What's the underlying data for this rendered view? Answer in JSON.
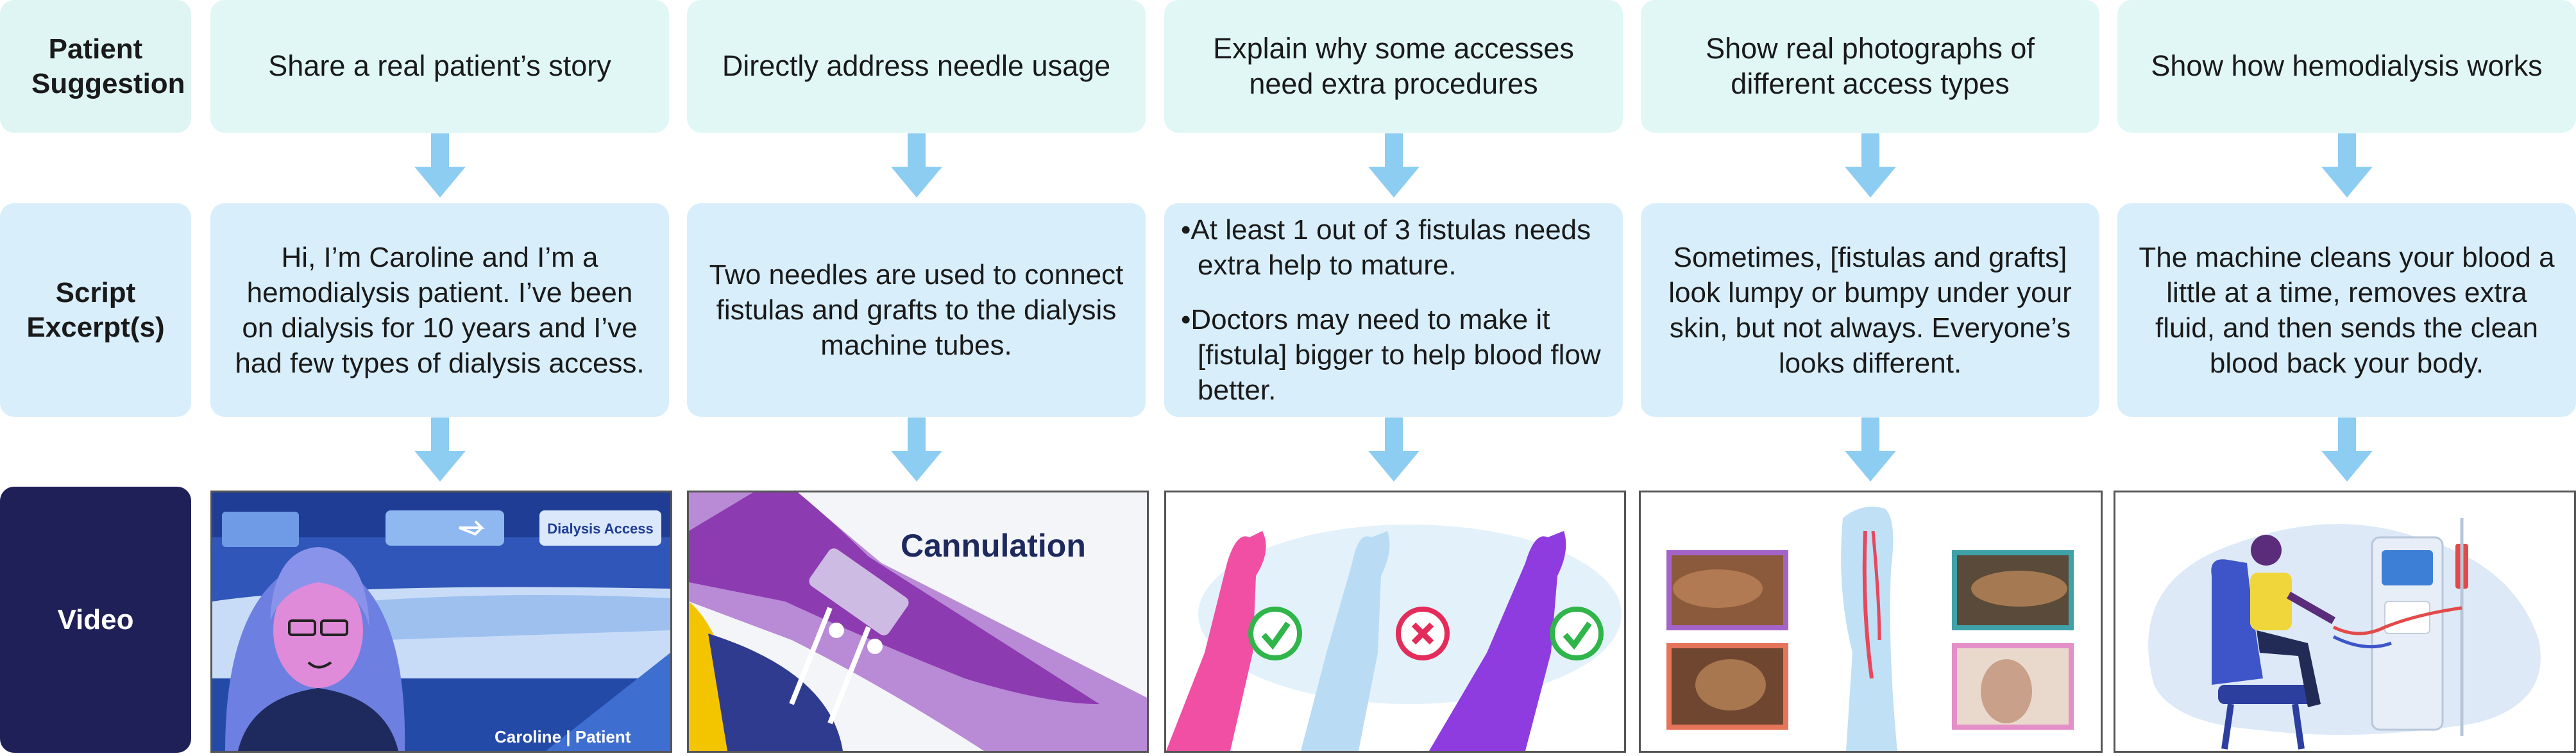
{
  "row_labels": {
    "suggestion": "Patient Suggestion",
    "script": "Script Excerpt(s)",
    "video": "Video"
  },
  "columns": [
    {
      "suggestion": "Share a real patient’s story",
      "script": "Hi, I’m Caroline and I’m a hemodialysis patient. I’ve been on dialysis for 10 years and I’ve had few types of dialysis access.",
      "video": {
        "sign_text": "Dialysis Access",
        "caption": "Caroline | Patient"
      }
    },
    {
      "suggestion": "Directly address needle usage",
      "script": "Two needles are used to connect fistulas and grafts to the dialysis machine tubes.",
      "video": {
        "title": "Cannulation"
      }
    },
    {
      "suggestion": "Explain why some accesses need extra procedures",
      "script_bullets": [
        "•At least 1 out of 3 fistulas needs extra help to mature.",
        "•Doctors may need to make it [fistula] bigger to help blood flow better."
      ]
    },
    {
      "suggestion": "Show real photographs of different access types",
      "script": "Sometimes, [fistulas and grafts] look lumpy or bumpy under your skin, but not always. Everyone’s looks different."
    },
    {
      "suggestion": "Show how hemodialysis works",
      "script": "The machine cleans your blood a little at a time, removes extra fluid, and then sends the clean blood back your body."
    }
  ],
  "colors": {
    "suggestion_bg": "#e0f7f6",
    "script_bg": "#d8eefa",
    "video_label_bg": "#1e2057",
    "arrow": "#8dcdf2"
  }
}
